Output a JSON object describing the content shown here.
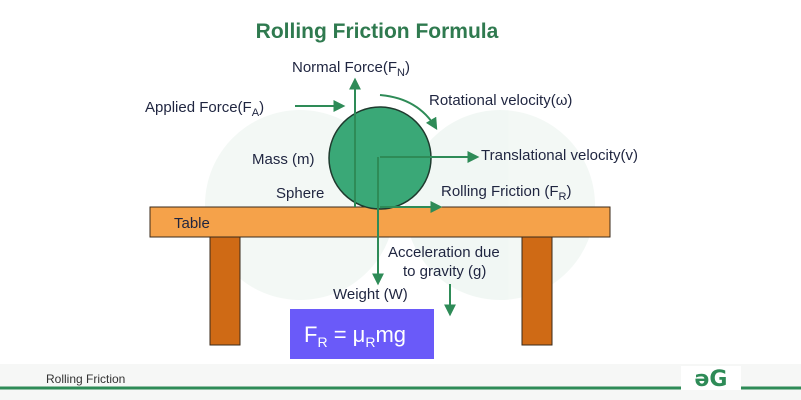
{
  "title": "Rolling Friction Formula",
  "labels": {
    "normal_force": {
      "main": "Normal Force(F",
      "sub": "N",
      "tail": ")"
    },
    "applied_force": {
      "main": "Applied Force(F",
      "sub": "A",
      "tail": ")"
    },
    "rotational_velocity": "Rotational velocity(ω)",
    "mass": "Mass (m)",
    "translational_velocity": "Translational velocity(v)",
    "sphere": "Sphere",
    "rolling_friction": {
      "main": "Rolling Friction (F",
      "sub": "R",
      "tail": ")"
    },
    "table": "Table",
    "acceleration_line1": "Acceleration due",
    "acceleration_line2": "to gravity (g)",
    "weight": "Weight (W)"
  },
  "formula": {
    "f": "F",
    "f_sub": "R",
    "eq": " = μ",
    "mu_sub": "R",
    "tail": "mg"
  },
  "footer": {
    "caption": "Rolling Friction",
    "logo": "əG"
  },
  "colors": {
    "title": "#2f7a4f",
    "sphere": "#3aa877",
    "table_top": "#f5a24a",
    "table_legs": "#cf6a15",
    "arrows": "#2e8b57",
    "formula_box": "#6a5af9",
    "footer_line": "#2e8b57"
  }
}
